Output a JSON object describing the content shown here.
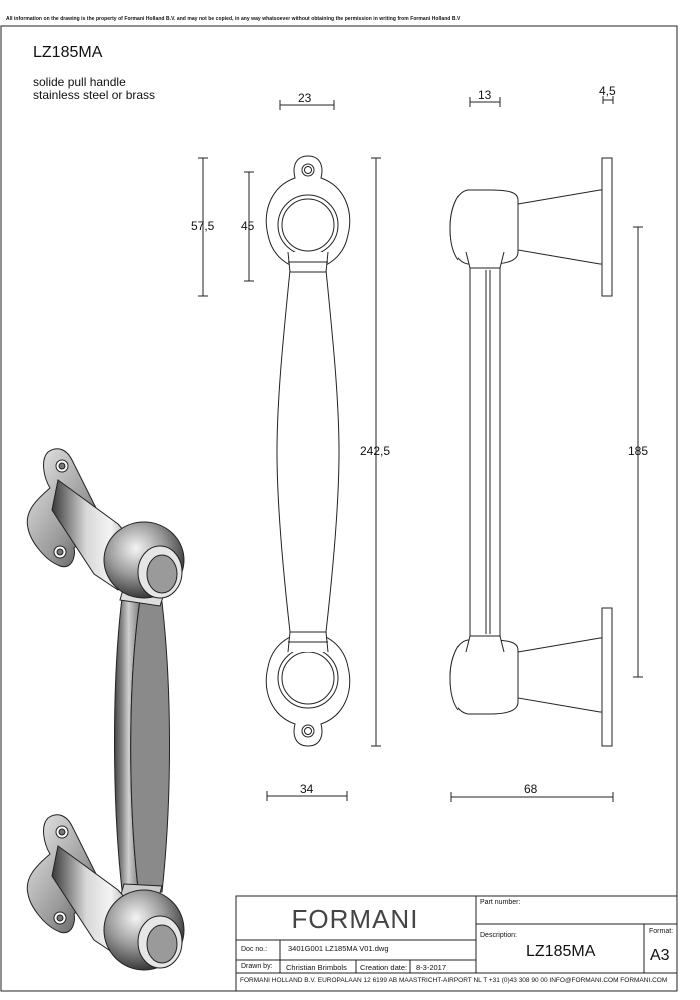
{
  "header": {
    "notice": "All information on the drawing is the property of Formani Holland B.V. and may not be copied, in any way whatsoever without obtaining the permission in writing from Formani Holland B.V",
    "product_code": "LZ185MA",
    "description_line1": "solide pull handle",
    "description_line2": "stainless steel or brass"
  },
  "dimensions": {
    "front_top_width": "23",
    "front_height_outer": "57,5",
    "front_height_inner": "45",
    "overall_length": "242,5",
    "front_bottom_width": "34",
    "side_bar_width": "13",
    "side_plate_thickness": "4,5",
    "center_distance": "185",
    "projection": "68"
  },
  "title_block": {
    "brand": "FORMANI",
    "part_number_label": "Part number:",
    "description_label": "Description:",
    "description_value": "LZ185MA",
    "format_label": "Format:",
    "format_value": "A3",
    "doc_no_label": "Doc no.:",
    "doc_no_value": "3401G001 LZ185MA V01.dwg",
    "drawn_by_label": "Drawn by:",
    "drawn_by_value": "Christian Brimbols",
    "creation_date_label": "Creation date:",
    "creation_date_value": "8-3-2017",
    "footer": "FORMANI HOLLAND B.V.  EUROPALAAN 12  6199 AB MAASTRICHT-AIRPORT NL  T +31 (0)43 308 90 00 INFO@FORMANI.COM FORMANI.COM"
  }
}
